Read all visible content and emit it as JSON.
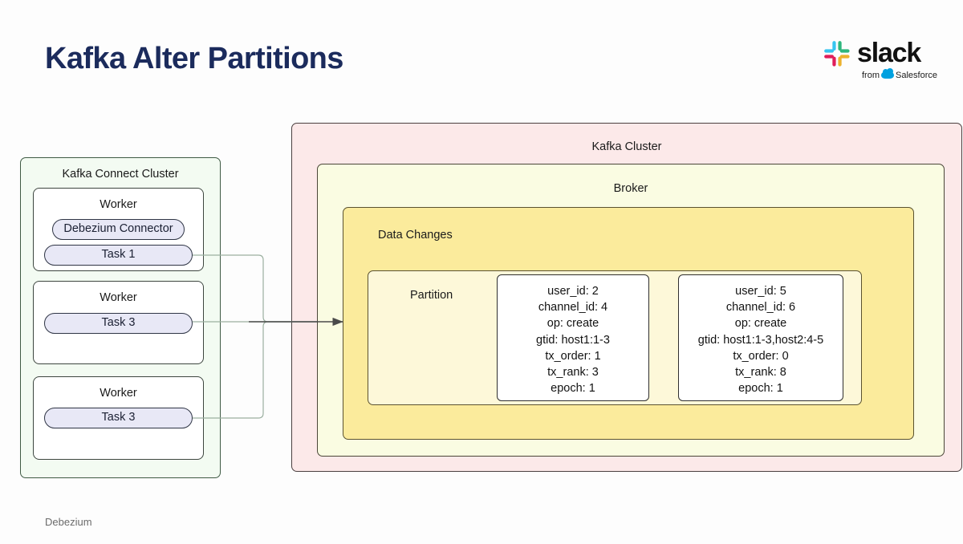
{
  "slide": {
    "title": "Kafka Alter Partitions",
    "footer": "Debezium",
    "title_color": "#1b2b5c"
  },
  "brand": {
    "wordmark": "slack",
    "tagline_prefix": "from",
    "tagline_suffix": "Salesforce",
    "mark_colors": [
      "#36c5f0",
      "#2eb67d",
      "#ecb22e",
      "#e01e5a"
    ],
    "cloud_color": "#00a1e0"
  },
  "connect_cluster": {
    "label": "Kafka Connect Cluster",
    "fill": "#f3fbf2",
    "workers": [
      {
        "label": "Worker",
        "items": [
          {
            "label": "Debezium Connector"
          },
          {
            "label": "Task 1"
          }
        ]
      },
      {
        "label": "Worker",
        "items": [
          {
            "label": "Task 3"
          }
        ]
      },
      {
        "label": "Worker",
        "items": [
          {
            "label": "Task 3"
          }
        ]
      }
    ]
  },
  "kafka_cluster": {
    "label": "Kafka Cluster",
    "fill": "#fce9e9",
    "broker": {
      "label": "Broker",
      "fill": "#fafce2",
      "data_changes": {
        "label": "Data Changes",
        "fill": "#fbeb9c",
        "partition": {
          "label": "Partition",
          "fill": "#fdf8d9",
          "records": [
            {
              "lines": [
                "user_id: 2",
                "channel_id: 4",
                "op: create",
                "gtid: host1:1-3",
                "tx_order: 1",
                "tx_rank: 3",
                "epoch: 1"
              ]
            },
            {
              "lines": [
                "user_id: 5",
                "channel_id: 6",
                "op: create",
                "gtid: host1:1-3,host2:4-5",
                "tx_order: 0",
                "tx_rank: 8",
                "epoch: 1"
              ]
            }
          ]
        }
      }
    }
  }
}
